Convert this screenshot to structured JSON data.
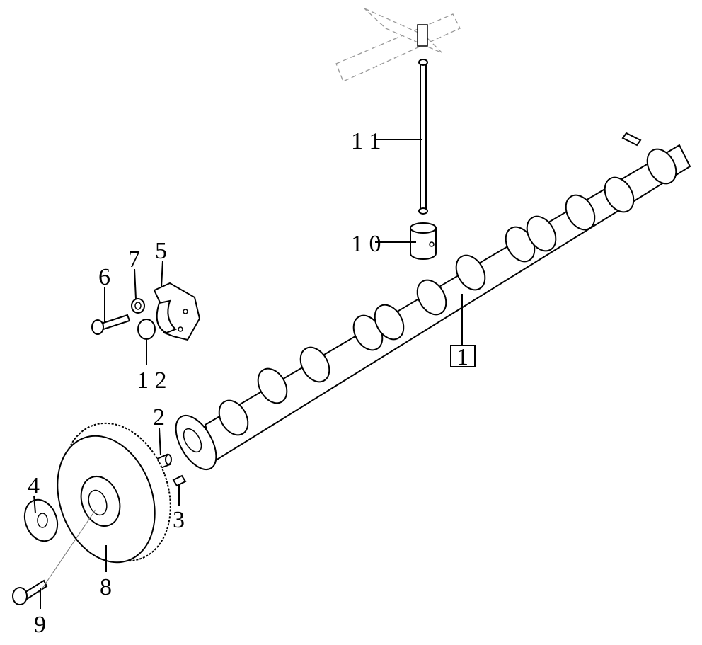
{
  "diagram": {
    "callouts": [
      {
        "id": "pushrod",
        "text": "1 1"
      },
      {
        "id": "tappet",
        "text": "1 0"
      },
      {
        "id": "plate",
        "text": "5"
      },
      {
        "id": "washer",
        "text": "7"
      },
      {
        "id": "bolt-plate",
        "text": "6"
      },
      {
        "id": "o-ring",
        "text": "1 2"
      },
      {
        "id": "dowel",
        "text": "2"
      },
      {
        "id": "key",
        "text": "3"
      },
      {
        "id": "thrust-washer",
        "text": "4"
      },
      {
        "id": "gear",
        "text": "8"
      },
      {
        "id": "bolt-gear",
        "text": "9"
      },
      {
        "id": "camshaft",
        "text": "1"
      }
    ]
  }
}
